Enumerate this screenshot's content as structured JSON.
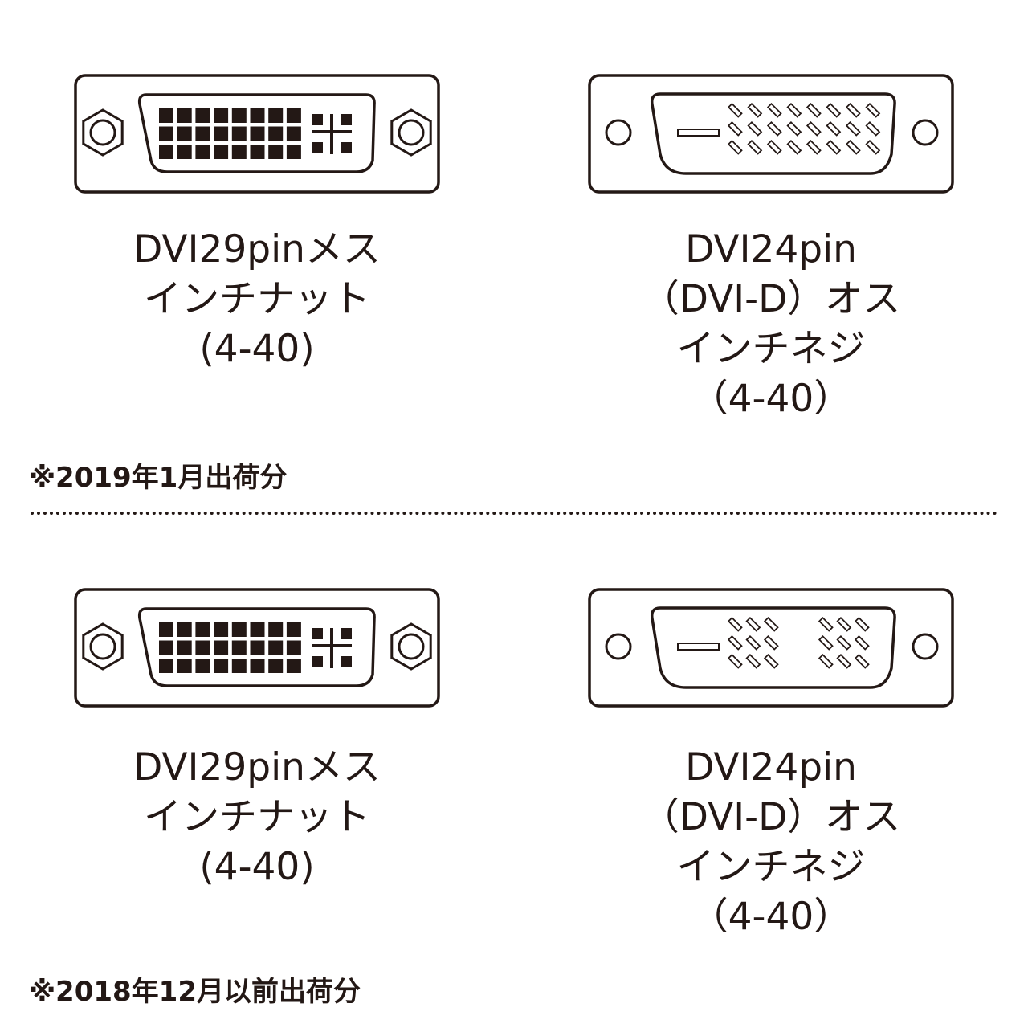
{
  "sections": [
    {
      "female": {
        "lines": [
          "DVI29pinメス",
          "インチナット",
          "(4-40)"
        ],
        "pin_rows": 3,
        "pin_cols": 8
      },
      "male": {
        "lines": [
          "DVI24pin",
          "（DVI-D）オス",
          "インチネジ",
          "（4-40）"
        ],
        "pin_rows": 3,
        "pin_cols": 8,
        "pin_layout": "continuous"
      },
      "note": "※2019年1月出荷分"
    },
    {
      "female": {
        "lines": [
          "DVI29pinメス",
          "インチナット",
          "(4-40)"
        ],
        "pin_rows": 3,
        "pin_cols": 8
      },
      "male": {
        "lines": [
          "DVI24pin",
          "（DVI-D）オス",
          "インチネジ",
          "（4-40）"
        ],
        "pin_rows": 3,
        "pin_cols": 6,
        "pin_layout": "split"
      },
      "note": "※2018年12月以前出荷分"
    }
  ],
  "colors": {
    "ink": "#231815",
    "background": "#ffffff"
  }
}
